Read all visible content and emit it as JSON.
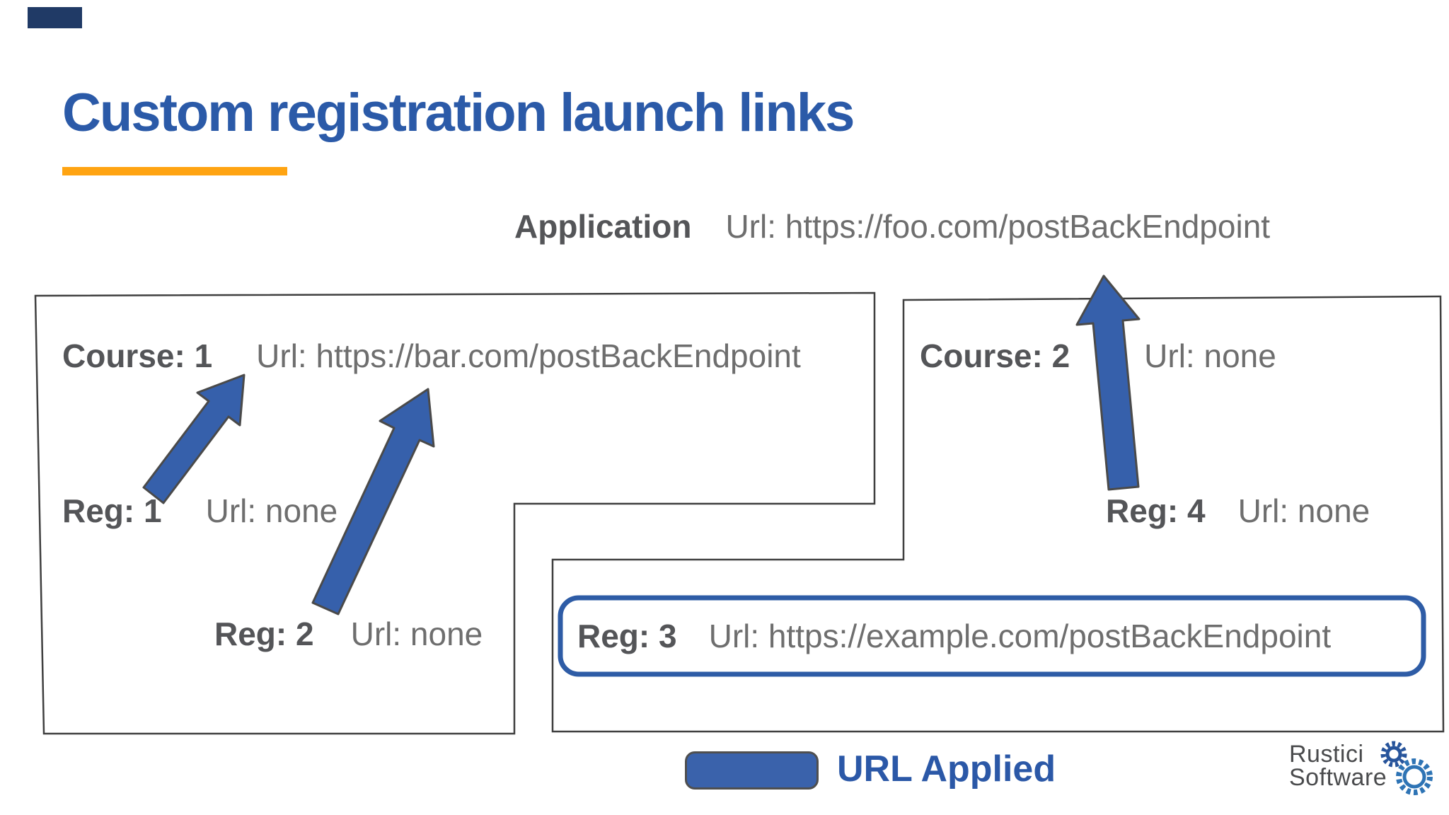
{
  "title": {
    "text": "Custom registration launch links"
  },
  "application": {
    "label": "Application",
    "url": "Url: https://foo.com/postBackEndpoint"
  },
  "course1": {
    "label": "Course: 1",
    "url": "Url: https://bar.com/postBackEndpoint"
  },
  "course2": {
    "label": "Course: 2",
    "url": "Url: none"
  },
  "reg1": {
    "label": "Reg: 1",
    "url": "Url: none"
  },
  "reg2": {
    "label": "Reg: 2",
    "url": "Url: none"
  },
  "reg3": {
    "label": "Reg: 3",
    "url": "Url: https://example.com/postBackEndpoint"
  },
  "reg4": {
    "label": "Reg: 4",
    "url": "Url: none"
  },
  "legend": {
    "label": "URL Applied",
    "swatch_meaning": "URL Applied"
  },
  "logo": {
    "line1": "Rustici",
    "line2": "Software"
  },
  "connections": [
    {
      "from": "reg1",
      "to": "course1-url",
      "style": "blue-arrow"
    },
    {
      "from": "reg2",
      "to": "course1-url",
      "style": "blue-arrow"
    },
    {
      "from": "reg4",
      "to": "application-url",
      "style": "blue-arrow"
    }
  ],
  "highlight": {
    "applies_to": "reg3",
    "meaning": "URL Applied"
  },
  "colors": {
    "title_blue": "#2b5aa8",
    "underline_orange": "#ffa412",
    "arrow_blue": "#3660ab",
    "box_outline_gray": "#3f3f3f",
    "label_gray": "#545558",
    "url_gray": "#6e6e6e",
    "highlight_border_blue": "#2e5ca6",
    "corner_navy": "#203a66",
    "legend_fill_blue": "#3a62ab",
    "gear_dark_blue": "#27549b",
    "gear_light_blue": "#2e74b5"
  },
  "icons": [
    {
      "name": "gear-icon-small",
      "meaning": "Rustici Software logo gear"
    },
    {
      "name": "gear-icon-large",
      "meaning": "Rustici Software logo gear"
    }
  ]
}
